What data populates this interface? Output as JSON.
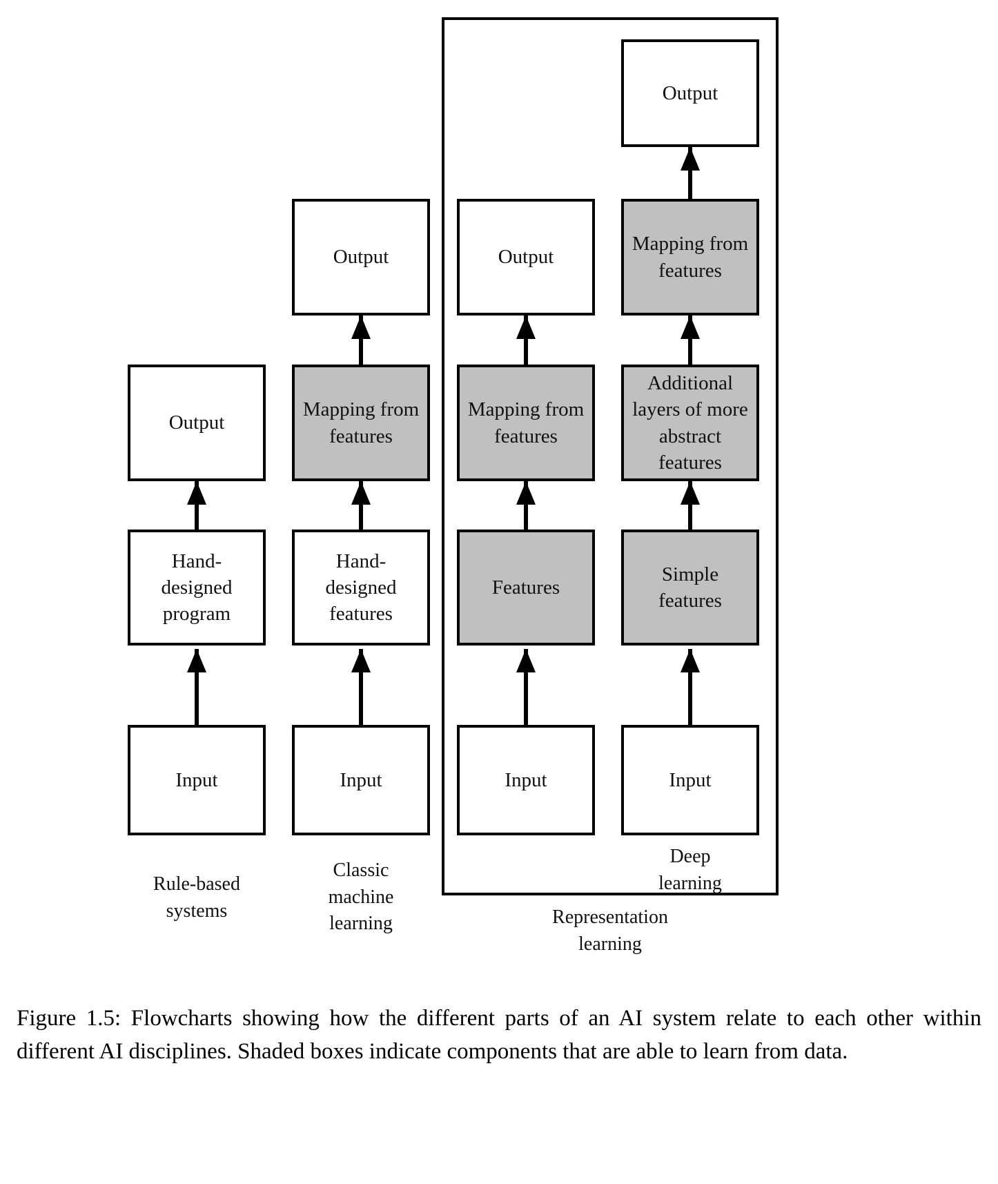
{
  "figure": {
    "label": "Figure 1.5:",
    "caption": "Figure 1.5:  Flowcharts showing how the different parts of an AI system relate to each other within different AI disciplines. Shaded boxes indicate components that are able to learn from data."
  },
  "legend": {
    "shaded_meaning": "Shaded boxes indicate components that are able to learn from data.",
    "shaded_color": "#c0c0c0",
    "plain_color": "#ffffff",
    "line_color": "#000000"
  },
  "group_frame": {
    "name": "Representation learning",
    "caption": "Representation\nlearning",
    "encloses": [
      "Representation learning",
      "Deep learning"
    ]
  },
  "columns": [
    {
      "id": "rule-based-systems",
      "caption": "Rule-based\nsystems",
      "nodes": [
        {
          "id": "input",
          "label": "Input",
          "shaded": false
        },
        {
          "id": "hand-program",
          "label": "Hand-\ndesigned\nprogram",
          "shaded": false
        },
        {
          "id": "output",
          "label": "Output",
          "shaded": false
        }
      ]
    },
    {
      "id": "classic-machine-learning",
      "caption": "Classic\nmachine\nlearning",
      "nodes": [
        {
          "id": "input",
          "label": "Input",
          "shaded": false
        },
        {
          "id": "hand-features",
          "label": "Hand-\ndesigned\nfeatures",
          "shaded": false
        },
        {
          "id": "mapping",
          "label": "Mapping from\nfeatures",
          "shaded": true
        },
        {
          "id": "output",
          "label": "Output",
          "shaded": false
        }
      ]
    },
    {
      "id": "representation-learning",
      "caption": "",
      "nodes": [
        {
          "id": "input",
          "label": "Input",
          "shaded": false
        },
        {
          "id": "features",
          "label": "Features",
          "shaded": true
        },
        {
          "id": "mapping",
          "label": "Mapping from\nfeatures",
          "shaded": true
        },
        {
          "id": "output",
          "label": "Output",
          "shaded": false
        }
      ]
    },
    {
      "id": "deep-learning",
      "caption": "Deep\nlearning",
      "nodes": [
        {
          "id": "input",
          "label": "Input",
          "shaded": false
        },
        {
          "id": "simple-features",
          "label": "Simple\nfeatures",
          "shaded": true
        },
        {
          "id": "abstract-layers",
          "label": "Additional\nlayers of more\nabstract\nfeatures",
          "shaded": true
        },
        {
          "id": "mapping",
          "label": "Mapping from\nfeatures",
          "shaded": true
        },
        {
          "id": "output",
          "label": "Output",
          "shaded": false
        }
      ]
    }
  ]
}
